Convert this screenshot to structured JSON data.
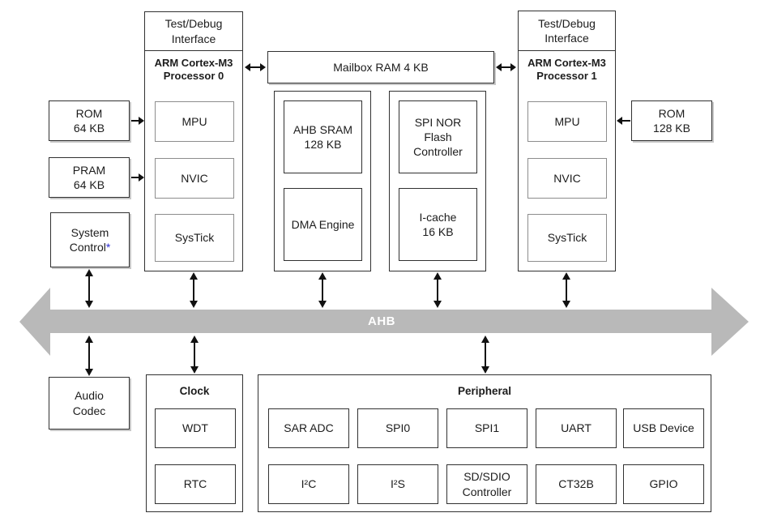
{
  "colors": {
    "bus_gray": "#b9b9b9",
    "box_border_dark": "#313131",
    "box_border_gray": "#8d8d8d",
    "asterisk_blue": "#2a2ad2",
    "connector_black": "#111111"
  },
  "processors": [
    {
      "test_debug": "Test/Debug\nInterface",
      "name": "ARM Cortex-M3\nProcessor 0",
      "blocks": [
        "MPU",
        "NVIC",
        "SysTick"
      ]
    },
    {
      "test_debug": "Test/Debug\nInterface",
      "name": "ARM Cortex-M3\nProcessor 1",
      "blocks": [
        "MPU",
        "NVIC",
        "SysTick"
      ]
    }
  ],
  "memory_left": [
    {
      "label": "ROM\n64 KB"
    },
    {
      "label": "PRAM\n64 KB"
    }
  ],
  "system_control": {
    "label": "System\nControl",
    "asterisk": "*"
  },
  "memory_right": {
    "label": "ROM\n128 KB"
  },
  "mailbox": {
    "label": "Mailbox RAM 4 KB"
  },
  "center_left": {
    "blocks": [
      "AHB SRAM\n128 KB",
      "DMA Engine"
    ]
  },
  "center_right": {
    "blocks": [
      "SPI NOR\nFlash\nController",
      "I-cache\n16 KB"
    ]
  },
  "bus": {
    "label": "AHB"
  },
  "audio_codec": {
    "label": "Audio\nCodec"
  },
  "clock": {
    "title": "Clock",
    "blocks": [
      "WDT",
      "RTC"
    ]
  },
  "peripheral": {
    "title": "Peripheral",
    "row1": [
      "SAR ADC",
      "SPI0",
      "SPI1",
      "UART",
      "USB Device"
    ],
    "row2": [
      "I²C",
      "I²S",
      "SD/SDIO\nController",
      "CT32B",
      "GPIO"
    ]
  }
}
